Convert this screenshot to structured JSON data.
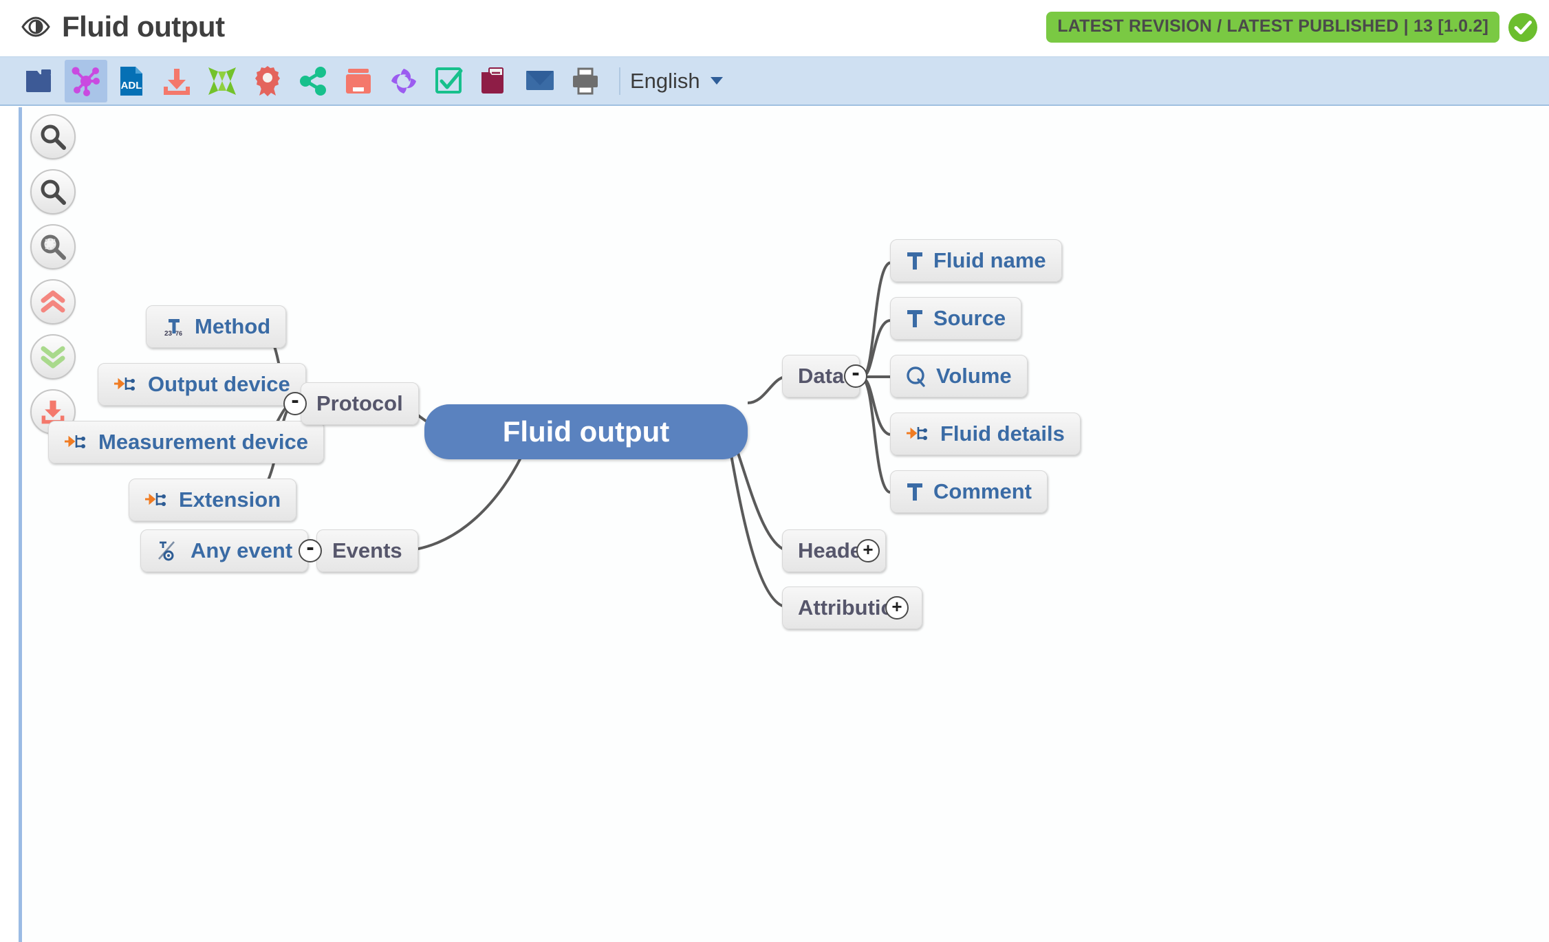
{
  "header": {
    "eye_icon": "eye-icon",
    "title": "Fluid output",
    "status_badge": "LATEST REVISION / LATEST PUBLISHED | 13 [1.0.2]",
    "status_color": "#7ac943",
    "check_icon": "check-circle-icon"
  },
  "toolbar": {
    "background_color": "#cfe0f2",
    "language_label": "English",
    "buttons": [
      {
        "name": "folder-icon",
        "title": "Folder",
        "selected": false
      },
      {
        "name": "mindmap-icon",
        "title": "Mind map",
        "selected": true
      },
      {
        "name": "adl-file-icon",
        "title": "ADL",
        "selected": false
      },
      {
        "name": "download-icon",
        "title": "Download",
        "selected": false
      },
      {
        "name": "collapse-icon",
        "title": "Collapse",
        "selected": false
      },
      {
        "name": "rosette-icon",
        "title": "Certified",
        "selected": false
      },
      {
        "name": "share-icon",
        "title": "Share",
        "selected": false
      },
      {
        "name": "archive-box-icon",
        "title": "Archive",
        "selected": false
      },
      {
        "name": "swirl-icon",
        "title": "Transform",
        "selected": false
      },
      {
        "name": "checkbox-icon",
        "title": "Validate",
        "selected": false
      },
      {
        "name": "folder-document-icon",
        "title": "Documents",
        "selected": false
      },
      {
        "name": "mail-icon",
        "title": "Mail",
        "selected": false
      },
      {
        "name": "printer-icon",
        "title": "Print",
        "selected": false
      }
    ]
  },
  "rail": {
    "buttons": [
      {
        "name": "zoom-in-icon",
        "title": "Zoom in"
      },
      {
        "name": "zoom-out-icon",
        "title": "Zoom out"
      },
      {
        "name": "zoom-fit-icon",
        "title": "Zoom to fit"
      },
      {
        "name": "collapse-all-icon",
        "title": "Collapse all"
      },
      {
        "name": "expand-all-icon",
        "title": "Expand all"
      },
      {
        "name": "save-image-icon",
        "title": "Save image"
      }
    ]
  },
  "mindmap": {
    "root": {
      "label": "Fluid output",
      "color": "#5a82bf"
    },
    "nodes": [
      {
        "id": "method",
        "label": "Method",
        "icon": "coded-text-icon",
        "kind": "leaf"
      },
      {
        "id": "outputdev",
        "label": "Output device",
        "icon": "slot-ref-icon",
        "kind": "leaf"
      },
      {
        "id": "measuredev",
        "label": "Measurement device",
        "icon": "slot-ref-icon",
        "kind": "leaf"
      },
      {
        "id": "extension",
        "label": "Extension",
        "icon": "slot-ref-icon",
        "kind": "leaf"
      },
      {
        "id": "protocol",
        "label": "Protocol",
        "icon": null,
        "kind": "struct",
        "toggle": "-"
      },
      {
        "id": "anyevent",
        "label": "Any event",
        "icon": "any-event-icon",
        "kind": "leaf"
      },
      {
        "id": "events",
        "label": "Events",
        "icon": null,
        "kind": "struct",
        "toggle": "-"
      },
      {
        "id": "data",
        "label": "Data",
        "icon": null,
        "kind": "struct",
        "toggle": "-"
      },
      {
        "id": "fluidname",
        "label": "Fluid name",
        "icon": "text-icon",
        "kind": "leaf"
      },
      {
        "id": "source",
        "label": "Source",
        "icon": "text-icon",
        "kind": "leaf"
      },
      {
        "id": "volume",
        "label": "Volume",
        "icon": "quantity-icon",
        "kind": "leaf"
      },
      {
        "id": "fluiddetails",
        "label": "Fluid details",
        "icon": "slot-ref-icon",
        "kind": "leaf"
      },
      {
        "id": "comment",
        "label": "Comment",
        "icon": "text-icon",
        "kind": "leaf"
      },
      {
        "id": "header",
        "label": "Header",
        "icon": null,
        "kind": "struct",
        "toggle": "+"
      },
      {
        "id": "attribution",
        "label": "Attribution",
        "icon": null,
        "kind": "struct",
        "toggle": "+"
      }
    ]
  }
}
